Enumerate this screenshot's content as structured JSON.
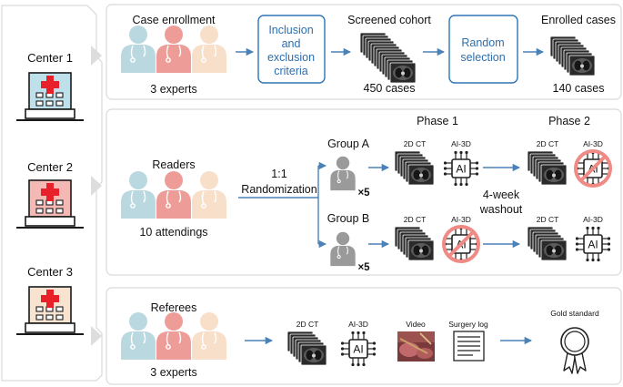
{
  "centers": {
    "c1": "Center 1",
    "c2": "Center 2",
    "c3": "Center 3"
  },
  "enrollment": {
    "title": "Case enrollment",
    "experts": "3 experts",
    "criteria": [
      "Inclusion",
      "and",
      "exclusion",
      "criteria"
    ],
    "screened_title": "Screened cohort",
    "screened_count": "450 cases",
    "random": [
      "Random",
      "selection"
    ],
    "enrolled_title": "Enrolled cases",
    "enrolled_count": "140 cases"
  },
  "reading": {
    "readers_title": "Readers",
    "readers_count": "10 attendings",
    "ratio": "1:1",
    "randomization": "Randomization",
    "group_a": "Group A",
    "group_b": "Group B",
    "multiplier": "×5",
    "phase1": "Phase 1",
    "phase2": "Phase 2",
    "ct_label": "2D CT",
    "ai_label": "AI-3D",
    "washout": [
      "4-week",
      "washout"
    ]
  },
  "reference": {
    "title": "Referees",
    "experts": "3 experts",
    "ct_label": "2D CT",
    "ai_label": "AI-3D",
    "video": "Video",
    "surgery": "Surgery log",
    "gold": "Gold standard"
  },
  "ai_chip_text": "AI",
  "colors": {
    "panel_border": "#d9d9d9",
    "arrow": "#4a82b8",
    "box_border": "#2e75b6",
    "person_blue": "#b9d8df",
    "person_red": "#ee9c98",
    "person_peach": "#f8dfc9",
    "ban": "#ef8a85",
    "cross": "#e8202a"
  }
}
